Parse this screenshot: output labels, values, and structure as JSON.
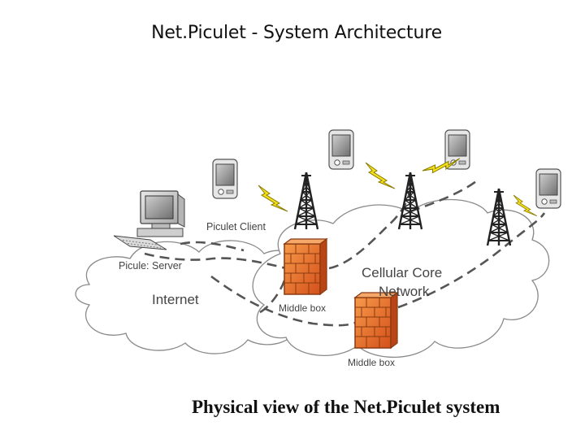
{
  "title": "Net.Piculet - System Architecture",
  "labels": {
    "piculet_client": "Piculet Client",
    "picule_server": "Picule: Server",
    "internet": "Internet",
    "cellular_core_network_line1": "Cellular Core",
    "cellular_core_network_line2": "Network",
    "middle_box_1": "Middle box",
    "middle_box_2": "Middle box"
  },
  "caption": "Physical view of the Net.Piculet system"
}
